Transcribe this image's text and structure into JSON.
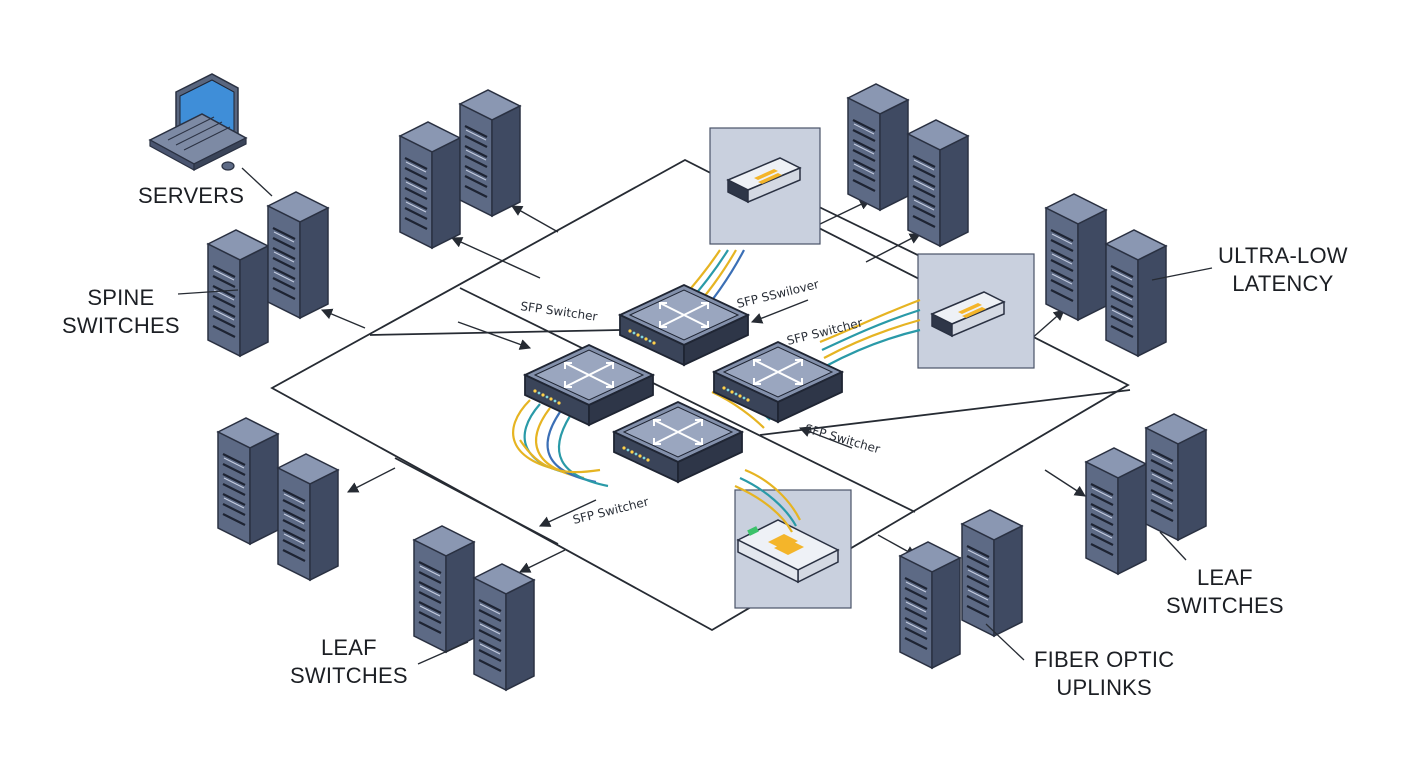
{
  "labels": {
    "servers": "SERVERS",
    "spine_1": "SPINE",
    "spine_2": "SWITCHES",
    "latency_1": "ULTRA-LOW",
    "latency_2": "LATENCY",
    "leaf_left_1": "LEAF",
    "leaf_left_2": "SWITCHES",
    "leaf_right_1": "LEAF",
    "leaf_right_2": "SWITCHES",
    "fiber_1": "FIBER OPTIC",
    "fiber_2": "UPLINKS"
  },
  "switch_labels": {
    "top_left": "SFP Switcher",
    "top_right": "SFP SSwilover",
    "right": "SFP Switcher",
    "right_lower": "SFP Switcher",
    "bottom": "SFP Switcher"
  },
  "colors": {
    "server_front": "#5d6a85",
    "server_side": "#3f4a62",
    "server_top": "#8a97b2",
    "switch_top": "#8390ab",
    "switch_side": "#2e3648",
    "cable_yellow": "#e6b422",
    "cable_teal": "#2a9aa8",
    "cable_blue": "#3b6fb6",
    "module_bg": "#c9d0de",
    "laptop_screen": "#3f8ed8"
  },
  "icons": [
    "server-rack-icon",
    "network-switch-icon",
    "sfp-module-icon",
    "laptop-icon",
    "mouse-icon"
  ]
}
